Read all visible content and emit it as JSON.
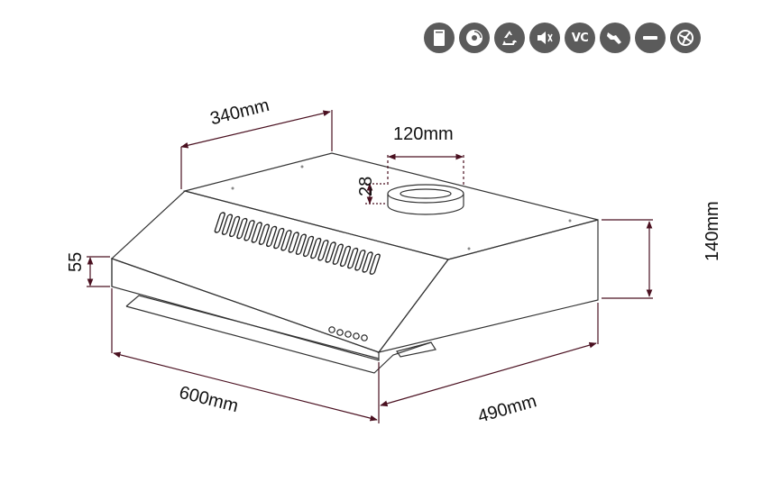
{
  "icons": [
    {
      "name": "filter-panel-icon"
    },
    {
      "name": "disc-icon"
    },
    {
      "name": "recycle-icon"
    },
    {
      "name": "speaker-icon"
    },
    {
      "name": "vc-icon",
      "label": "VC"
    },
    {
      "name": "hand-pull-icon"
    },
    {
      "name": "minus-icon"
    },
    {
      "name": "fan-icon"
    }
  ],
  "dimensions": {
    "depth_top": "340mm",
    "outlet_diameter": "120mm",
    "outlet_height": "28",
    "front_height": "55",
    "total_height": "140mm",
    "width": "600mm",
    "depth_bottom": "490mm"
  },
  "colors": {
    "icon_bg": "#5b5b5b",
    "dimension_line": "#4a1020",
    "outline": "#333333"
  }
}
